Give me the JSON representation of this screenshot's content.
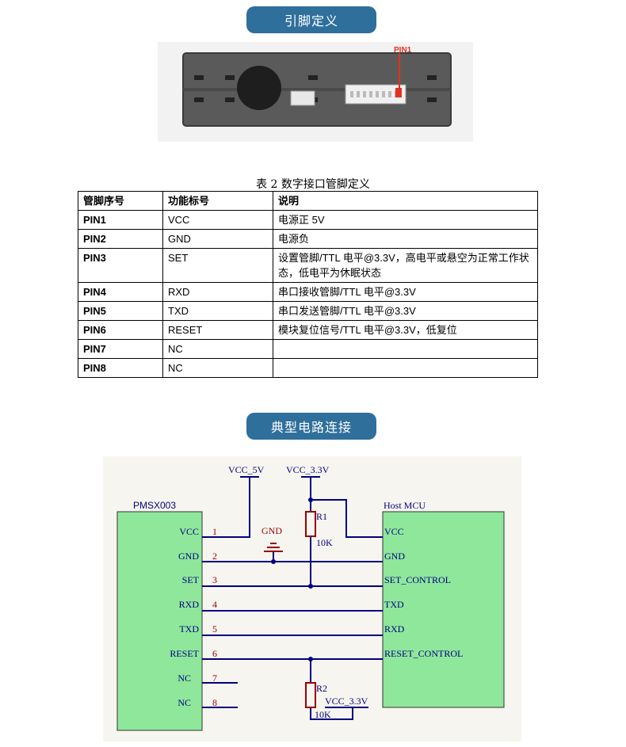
{
  "section1_title": "引脚定义",
  "pin1_callout": "PIN1",
  "table_caption": "表 2  数字接口管脚定义",
  "table": {
    "headers": [
      "管脚序号",
      "功能标号",
      "说明"
    ],
    "rows": [
      [
        "PIN1",
        "VCC",
        "电源正 5V"
      ],
      [
        "PIN2",
        "GND",
        "电源负"
      ],
      [
        "PIN3",
        "SET",
        "设置管脚/TTL 电平@3.3V，高电平或悬空为正常工作状态，低电平为休眠状态"
      ],
      [
        "PIN4",
        "RXD",
        "串口接收管脚/TTL 电平@3.3V"
      ],
      [
        "PIN5",
        "TXD",
        "串口发送管脚/TTL 电平@3.3V"
      ],
      [
        "PIN6",
        "RESET",
        "模块复位信号/TTL 电平@3.3V，低复位"
      ],
      [
        "PIN7",
        "NC",
        ""
      ],
      [
        "PIN8",
        "NC",
        ""
      ]
    ]
  },
  "section2_title": "典型电路连接",
  "schematic": {
    "left_chip": "PMSX003",
    "right_chip": "Host MCU",
    "vcc5": "VCC_5V",
    "vcc33_top": "VCC_3.3V",
    "vcc33_bottom": "VCC_3.3V",
    "gnd": "GND",
    "r1": "R1",
    "r1_value": "10K",
    "r2": "R2",
    "r2_value": "10K",
    "left_pins": [
      "VCC",
      "GND",
      "SET",
      "RXD",
      "TXD",
      "RESET",
      "NC",
      "NC"
    ],
    "pin_numbers": [
      "1",
      "2",
      "3",
      "4",
      "5",
      "6",
      "7",
      "8"
    ],
    "right_pins": [
      "VCC",
      "GND",
      "SET_CONTROL",
      "TXD",
      "RXD",
      "RESET_CONTROL"
    ]
  },
  "colors": {
    "pill": "#2f6f9c",
    "chip_fill": "#8fe79b",
    "wire": "#000080",
    "pin_stub": "#990000"
  }
}
